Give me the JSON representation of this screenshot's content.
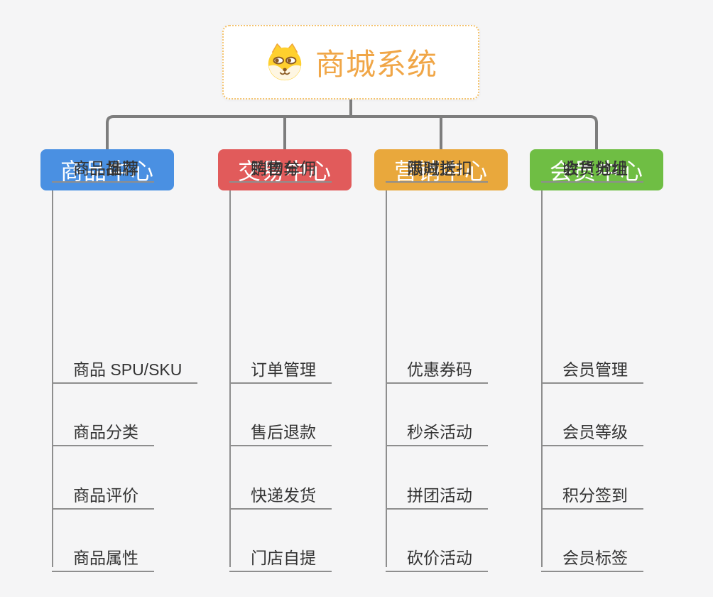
{
  "page": {
    "background_color": "#F5F5F6"
  },
  "root_node": {
    "title": "商城系统",
    "icon": "dog-face-icon",
    "text_color": "#F0A647",
    "border_color": "#F4C36E"
  },
  "connectors": {
    "color": "#7D7D7D"
  },
  "leaf_style": {
    "text_color": "#333333",
    "underline_color": "#8E8E8E"
  },
  "branches": [
    {
      "id": "product-center",
      "label": "商品中心",
      "color": "#4A90E2",
      "items": [
        "商品 SPU/SKU",
        "商品分类",
        "商品评价",
        "商品属性",
        "商品推荐",
        "商品品牌"
      ]
    },
    {
      "id": "trade-center",
      "label": "交易中心",
      "color": "#E15B5B",
      "items": [
        "订单管理",
        "售后退款",
        "快递发货",
        "门店自提",
        "购物车",
        "销售分佣"
      ]
    },
    {
      "id": "marketing-center",
      "label": "营销中心",
      "color": "#E9A83C",
      "items": [
        "优惠券码",
        "秒杀活动",
        "拼团活动",
        "砍价活动",
        "限时折扣",
        "满减送"
      ]
    },
    {
      "id": "member-center",
      "label": "会员中心",
      "color": "#6FBE44",
      "items": [
        "会员管理",
        "会员等级",
        "积分签到",
        "会员标签",
        "会员分组",
        "收货地址"
      ]
    }
  ]
}
